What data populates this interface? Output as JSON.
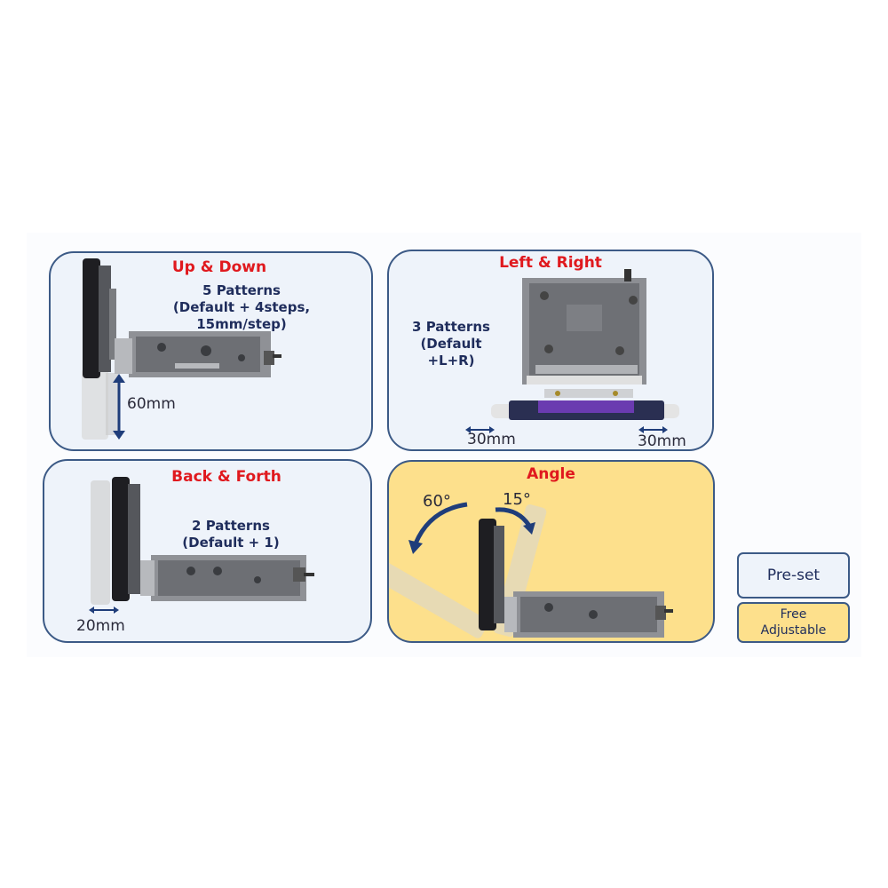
{
  "colors": {
    "border": "#3c5a86",
    "preset_fill": "#eef3fa",
    "free_fill": "#fde08c",
    "title_red": "#e0191e",
    "arrow_navy": "#1f3d7a"
  },
  "panels": {
    "up_down": {
      "title": "Up & Down",
      "pattern_lines": [
        "5 Patterns",
        "(Default + 4steps,",
        "15mm/step)"
      ],
      "dimension": "60mm"
    },
    "left_right": {
      "title": "Left & Right",
      "pattern_lines": [
        "3 Patterns",
        "(Default",
        "+L+R)"
      ],
      "dimension_left": "30mm",
      "dimension_right": "30mm"
    },
    "back_forth": {
      "title": "Back & Forth",
      "pattern_lines": [
        "2 Patterns",
        "(Default + 1)"
      ],
      "dimension": "20mm"
    },
    "angle": {
      "title": "Angle",
      "angle_down": "60°",
      "angle_up": "15°"
    }
  },
  "legend": {
    "preset": "Pre-set",
    "free": "Free Adjustable"
  }
}
